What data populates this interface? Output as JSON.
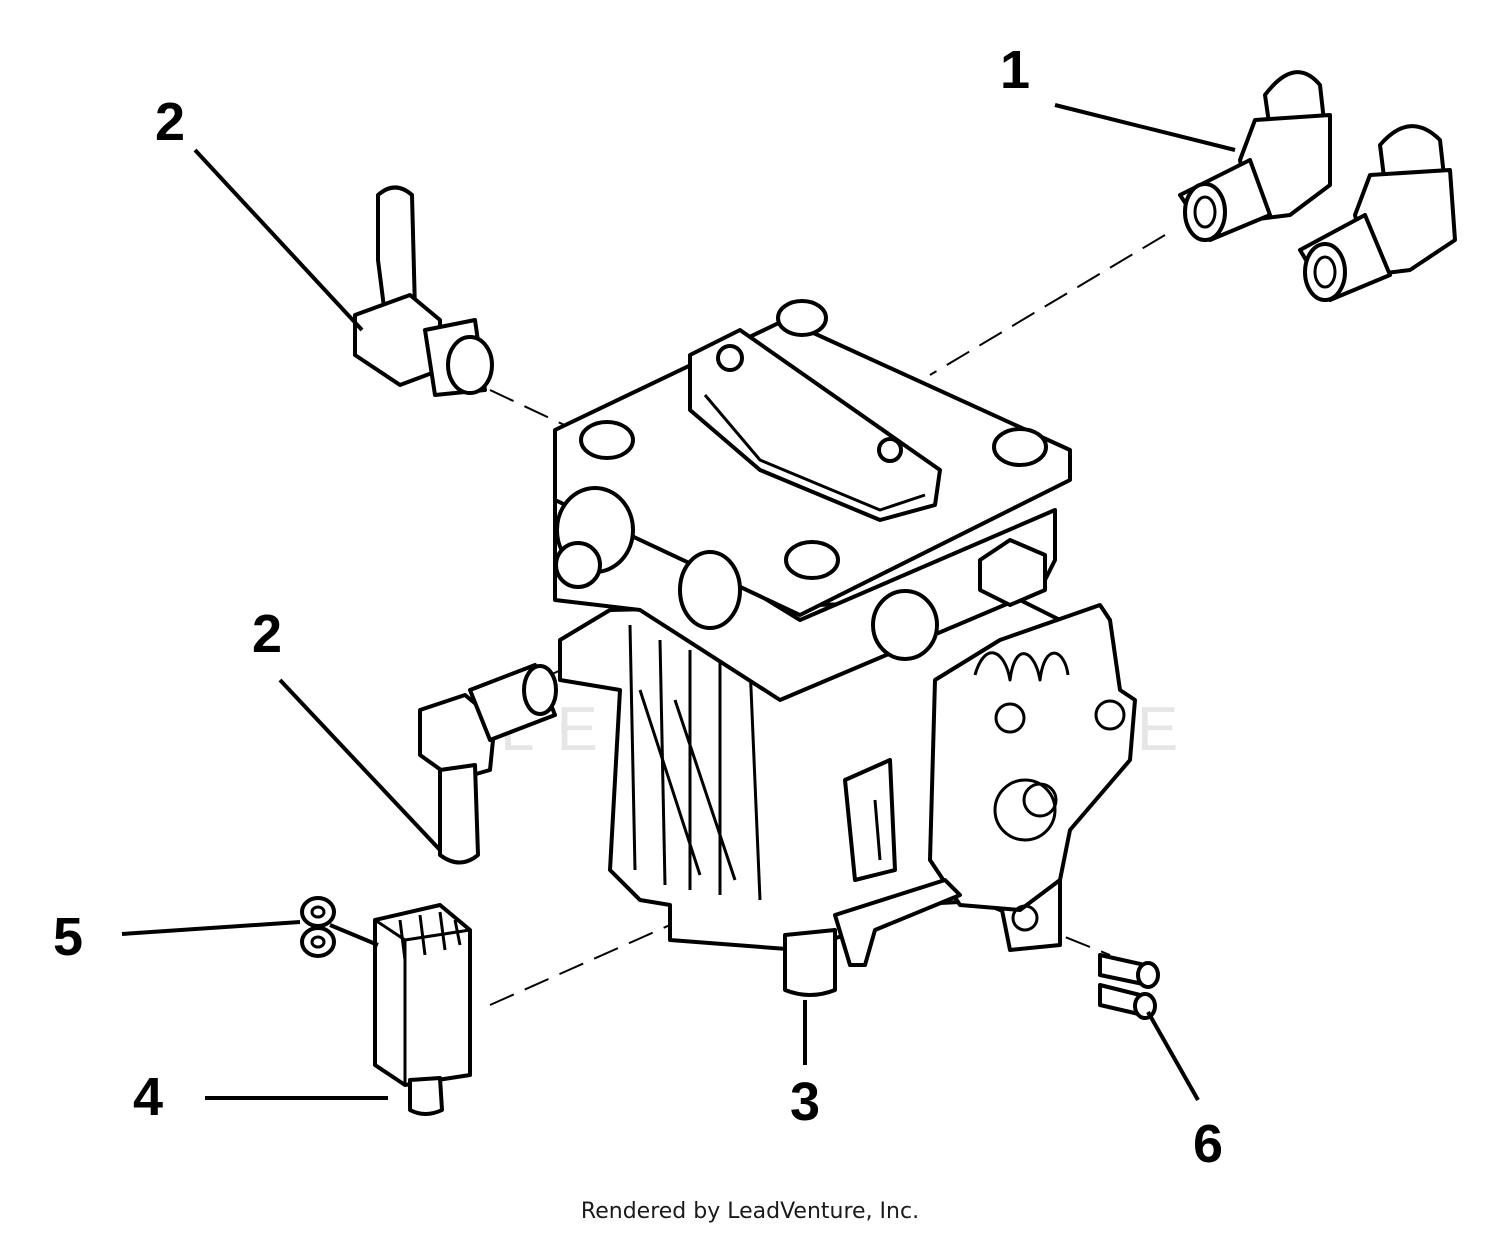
{
  "callouts": {
    "c1": "1",
    "c2_upper": "2",
    "c2_lower": "2",
    "c3": "3",
    "c4": "4",
    "c5": "5",
    "c6": "6"
  },
  "watermark": "LEADVENTURE",
  "credit": "Rendered by LeadVenture, Inc."
}
